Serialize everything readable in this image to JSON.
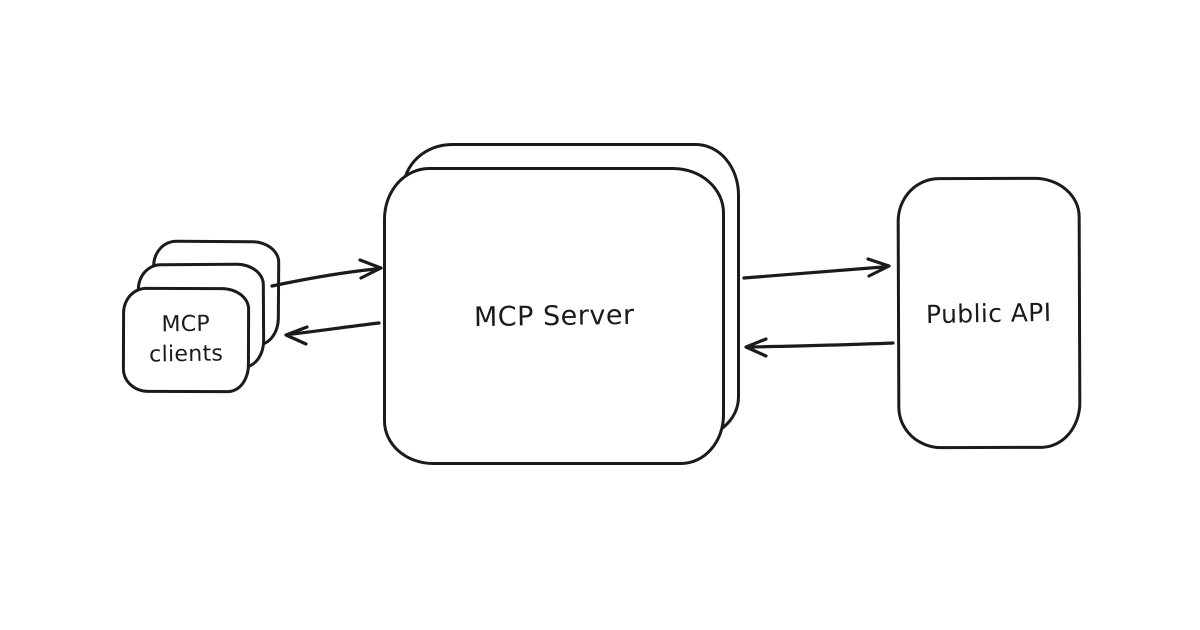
{
  "diagram": {
    "type": "flow-diagram",
    "style": "hand-drawn",
    "colors": {
      "background": "#ffffff",
      "stroke": "#1b1b1b"
    },
    "nodes": {
      "clients": {
        "id": "mcp-clients",
        "label": "MCP\nclients",
        "shape": "stacked-cards",
        "card_count": 3
      },
      "server": {
        "id": "mcp-server",
        "label": "MCP Server",
        "shape": "double-rounded-rectangle"
      },
      "api": {
        "id": "public-api",
        "label": "Public API",
        "shape": "rounded-rectangle"
      }
    },
    "arrows": [
      {
        "from": "mcp-clients",
        "to": "mcp-server",
        "direction": "right"
      },
      {
        "from": "mcp-server",
        "to": "mcp-clients",
        "direction": "left"
      },
      {
        "from": "mcp-server",
        "to": "public-api",
        "direction": "right"
      },
      {
        "from": "public-api",
        "to": "mcp-server",
        "direction": "left"
      }
    ]
  }
}
